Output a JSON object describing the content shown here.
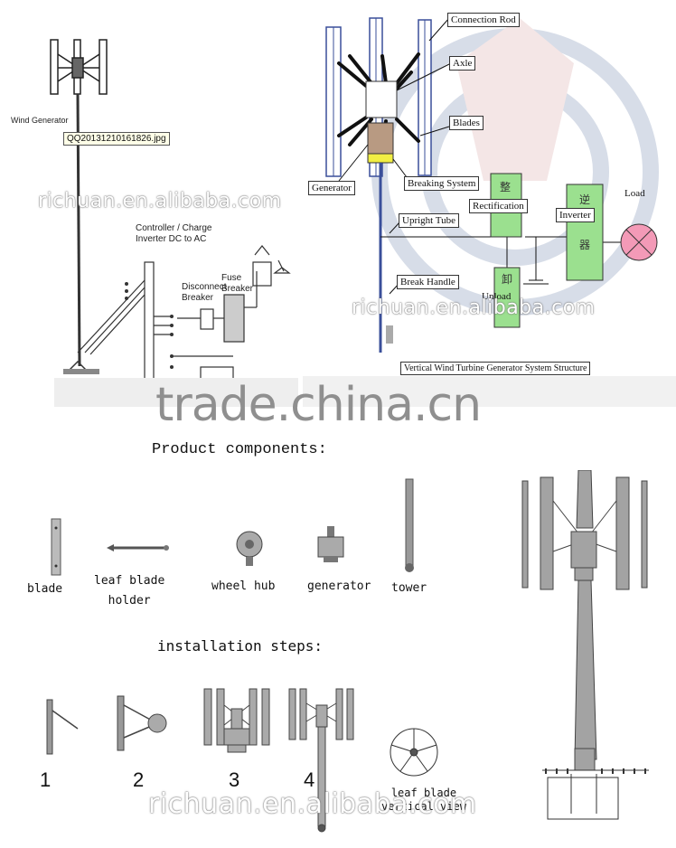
{
  "top_left": {
    "wind_generator_label": "Wind Generator",
    "tooltip_filename": "QQ20131210161826.jpg",
    "controller_label_1": "Controller / Charge",
    "controller_label_2": "Inverter DC to AC",
    "disconnect_label_1": "Disconnect",
    "disconnect_label_2": "Breaker",
    "fuse_label_1": "Fuse",
    "fuse_label_2": "Breaker",
    "watermark": "richuan.en.alibaba.com"
  },
  "top_right": {
    "labels": {
      "connection_rod": "Connection Rod",
      "axle": "Axle",
      "blades": "Blades",
      "generator": "Generator",
      "breaking_system": "Breaking System",
      "upright_tube": "Upright Tube",
      "rectification": "Rectification",
      "inverter": "Inverter",
      "load": "Load",
      "break_handle": "Break Handle",
      "unload": "Unload",
      "title": "Vertical Wind Turbine Generator System Structure"
    },
    "chinese": {
      "rect": "整",
      "inv_1": "逆",
      "inv_2": "器",
      "unload": "卸"
    },
    "watermark": "richuan.en.alibaba.com"
  },
  "banner_watermark": "trade.china.cn",
  "components": {
    "heading": "Product components:",
    "items": [
      {
        "label": "blade"
      },
      {
        "label_1": "leaf blade",
        "label_2": "holder"
      },
      {
        "label": "wheel hub"
      },
      {
        "label": "generator"
      },
      {
        "label": "tower"
      }
    ]
  },
  "installation": {
    "heading": "installation steps:",
    "steps": [
      "1",
      "2",
      "3",
      "4"
    ],
    "view_label_1": "leaf blade",
    "view_label_2": "vertical view"
  },
  "bottom_watermark": "richuan.en.alibaba.com",
  "colors": {
    "diagram_blue": "#3a4f9a",
    "box_green": "#9be08f",
    "load_pink": "#f39ab7",
    "part_gray": "#9a9a9a"
  }
}
